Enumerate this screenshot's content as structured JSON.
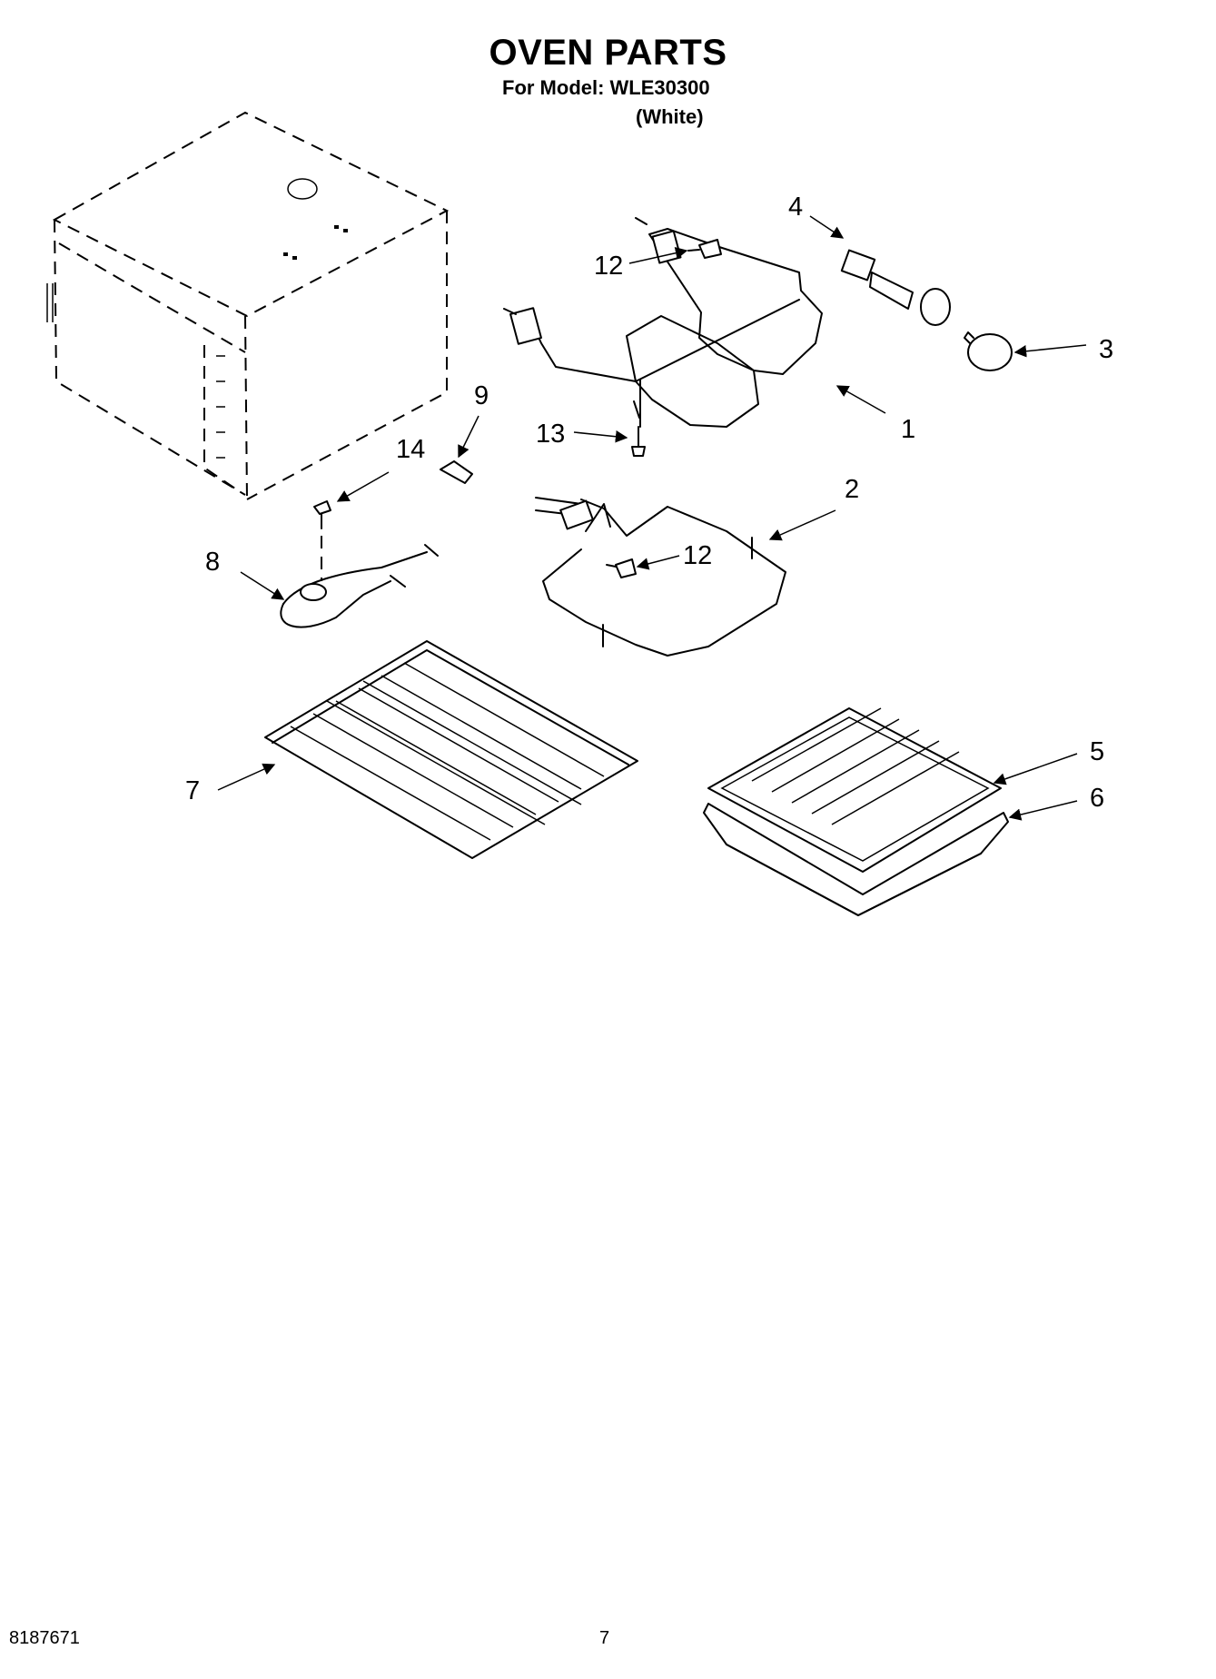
{
  "header": {
    "title": "OVEN PARTS",
    "model_line": "For Model: WLE30300",
    "color_line": "(White)"
  },
  "callouts": [
    {
      "id": "c4",
      "label": "4"
    },
    {
      "id": "c12a",
      "label": "12"
    },
    {
      "id": "c3",
      "label": "3"
    },
    {
      "id": "c1",
      "label": "1"
    },
    {
      "id": "c9",
      "label": "9"
    },
    {
      "id": "c13",
      "label": "13"
    },
    {
      "id": "c14",
      "label": "14"
    },
    {
      "id": "c2",
      "label": "2"
    },
    {
      "id": "c8",
      "label": "8"
    },
    {
      "id": "c12b",
      "label": "12"
    },
    {
      "id": "c5",
      "label": "5"
    },
    {
      "id": "c7",
      "label": "7"
    },
    {
      "id": "c6",
      "label": "6"
    }
  ],
  "footer": {
    "document_number": "8187671",
    "page_number": "7"
  }
}
